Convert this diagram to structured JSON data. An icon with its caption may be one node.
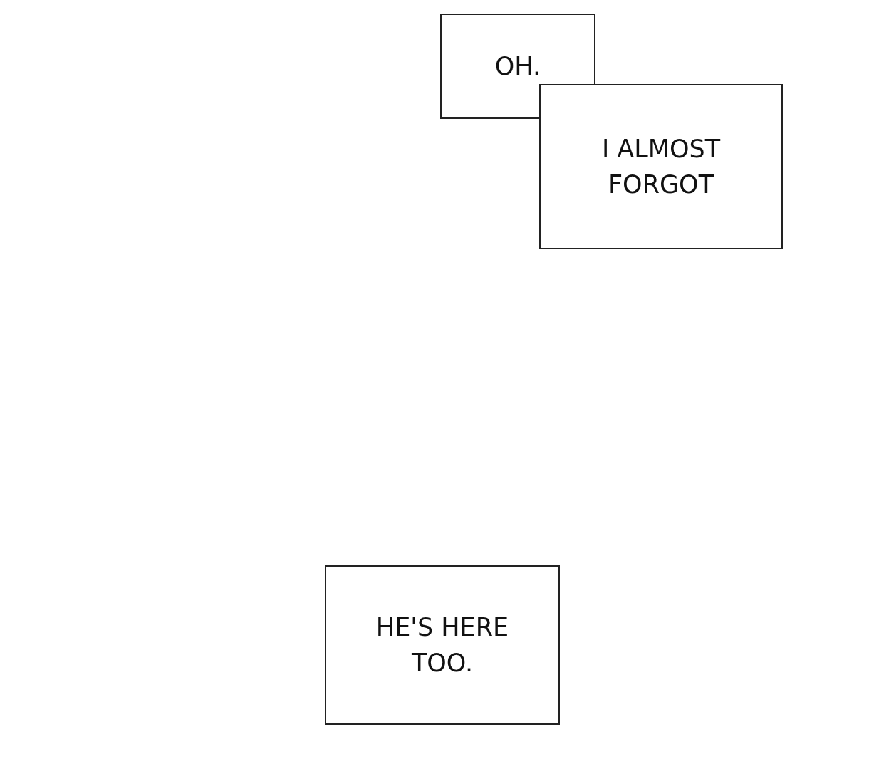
{
  "diagram": {
    "nodes": [
      {
        "text": [
          "OH."
        ]
      },
      {
        "text": [
          "I ALMOST FORGOT"
        ]
      },
      {
        "text": [
          "HE'S HERE TOO."
        ]
      }
    ]
  }
}
